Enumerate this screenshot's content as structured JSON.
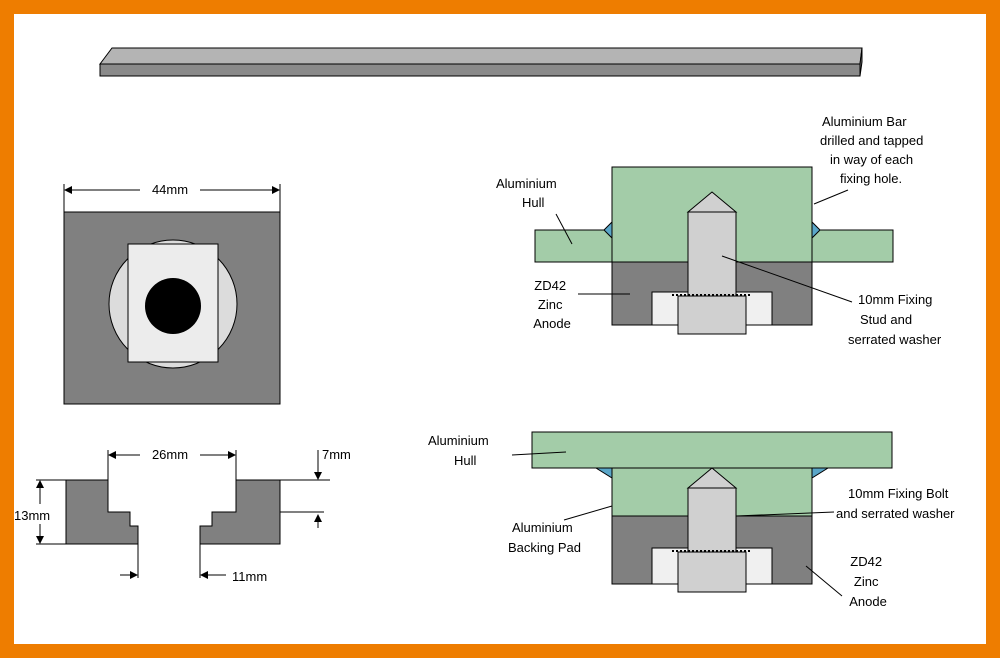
{
  "dimensions": {
    "width_top": "44mm",
    "width_slot": "26mm",
    "step": "7mm",
    "height": "13mm",
    "neck": "11mm"
  },
  "upper_assembly": {
    "label_bar": [
      "Aluminium Bar",
      "drilled and tapped",
      "in way of each",
      "fixing hole."
    ],
    "label_hull": [
      "Aluminium",
      "Hull"
    ],
    "label_anode": [
      "ZD42",
      "Zinc",
      "Anode"
    ],
    "label_stud": [
      "10mm Fixing",
      "Stud and",
      "serrated washer"
    ]
  },
  "lower_assembly": {
    "label_hull": [
      "Aluminium",
      "Hull"
    ],
    "label_pad": [
      "Aluminium",
      "Backing Pad"
    ],
    "label_bolt": [
      "10mm Fixing Bolt",
      "and serrated washer"
    ],
    "label_anode": [
      "ZD42",
      "Zinc",
      "Anode"
    ]
  },
  "colors": {
    "frame": "#ee7d00",
    "anode": "#808080",
    "aluminium": "#a3cca8",
    "bolt": "#d0d0d0",
    "weld": "#5aa6c8"
  }
}
